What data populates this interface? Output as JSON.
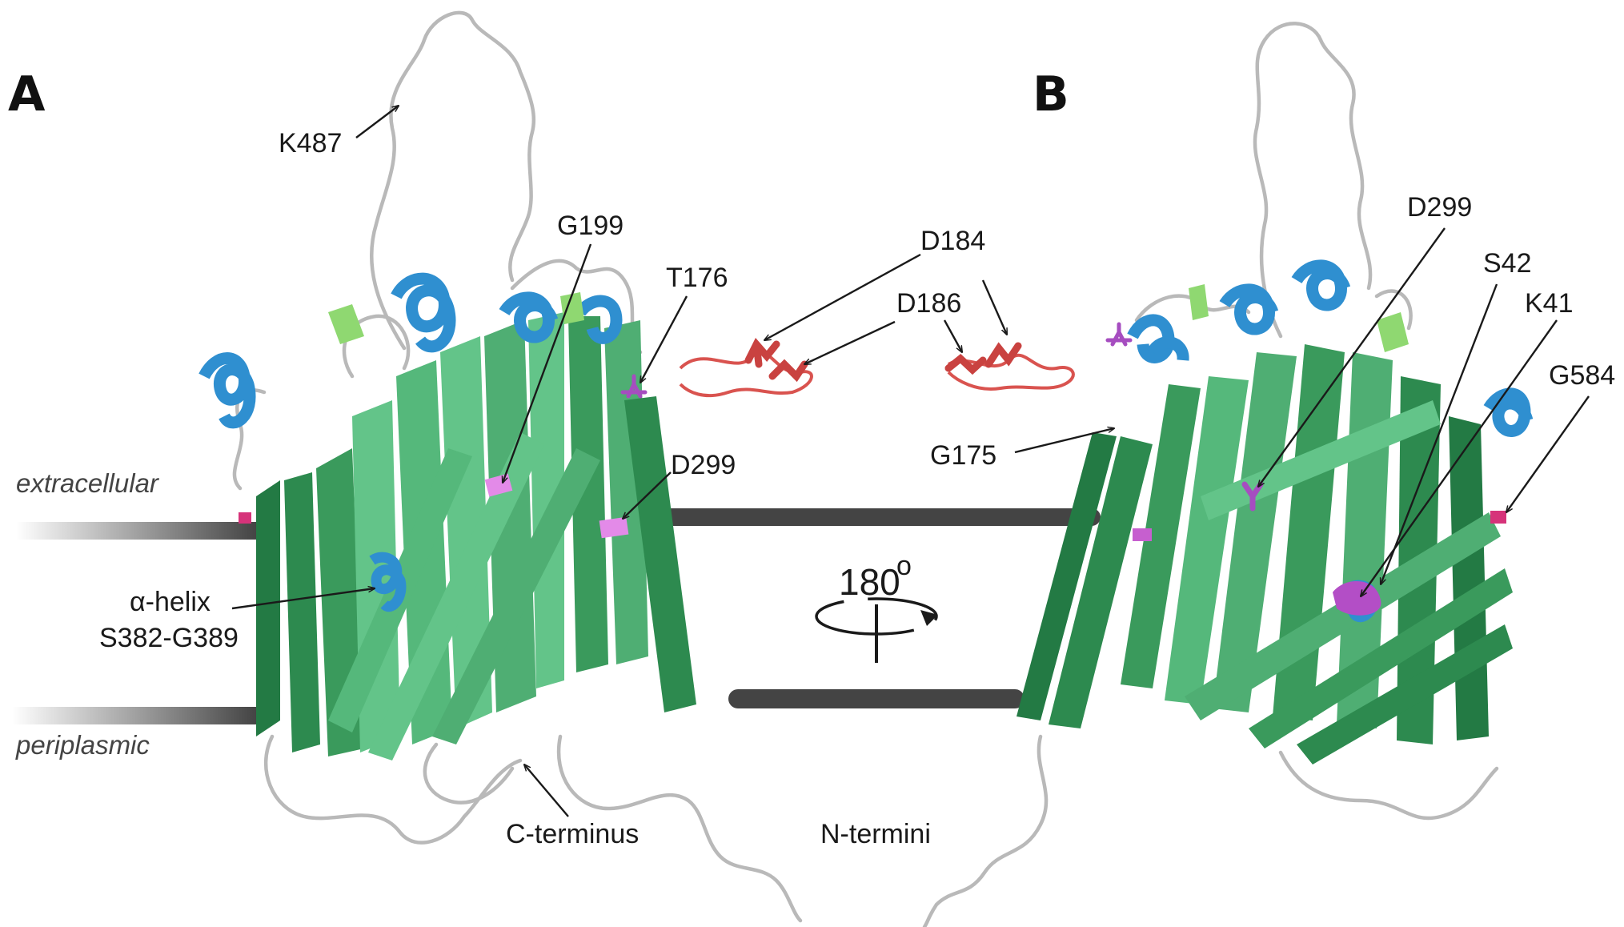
{
  "panels": {
    "a": "A",
    "b": "B"
  },
  "membrane": {
    "extracellular": "extracellular",
    "periplasmic": "periplasmic"
  },
  "rotation": {
    "degrees": "180",
    "degree_symbol": "o"
  },
  "labels": {
    "k487": "K487",
    "g199": "G199",
    "t176": "T176",
    "d184": "D184",
    "d186": "D186",
    "d299_a": "D299",
    "helix_line1": "α-helix",
    "helix_line2": "S382-G389",
    "c_terminus": "C-terminus",
    "n_termini": "N-termini",
    "g175": "G175",
    "d299_b": "D299",
    "s42": "S42",
    "k41": "K41",
    "g584": "G584"
  },
  "colors": {
    "strand_dark": "#237a44",
    "strand_mid": "#3a9a5c",
    "strand_light": "#63c489",
    "helix": "#2f8fd0",
    "sheet_small": "#8fd871",
    "residue_red": "#d9534f",
    "residue_magenta": "#c65fcf",
    "membrane_bar": "#444444",
    "loop": "#b9b9b9"
  }
}
